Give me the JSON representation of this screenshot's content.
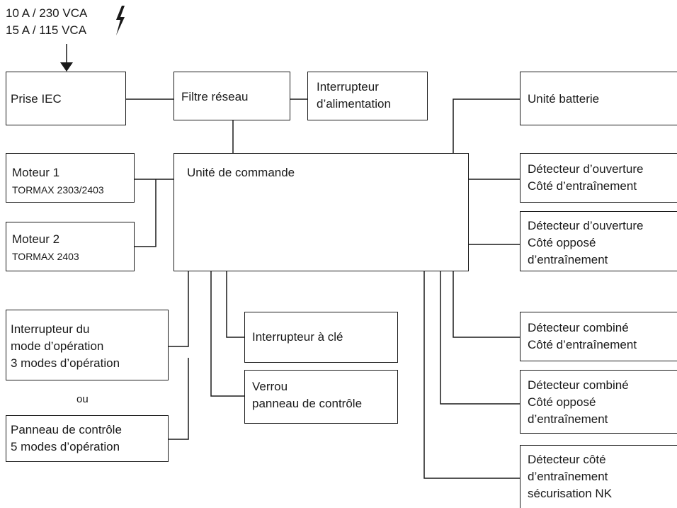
{
  "supply": {
    "line1": "10 A / 230 VCA",
    "line2": "15 A / 115 VCA"
  },
  "boxes": {
    "prise_iec": "Prise IEC",
    "filtre_reseau": "Filtre réseau",
    "interrupteur_alim_1": "Interrupteur",
    "interrupteur_alim_2": "d’alimentation",
    "unite_batterie": "Unité batterie",
    "unite_commande": "Unité de commande",
    "moteur1_title": "Moteur 1",
    "moteur1_model": "TORMAX 2303/2403",
    "moteur2_title": "Moteur 2",
    "moteur2_model": "TORMAX 2403",
    "det_ouv_ent_1": "Détecteur d’ouverture",
    "det_ouv_ent_2": "Côté d’entraînement",
    "det_ouv_opp_1": "Détecteur d’ouverture",
    "det_ouv_opp_2": "Côté opposé",
    "det_ouv_opp_3": "d’entraînement",
    "int_mode_1": "Interrupteur du",
    "int_mode_2": "mode d’opération",
    "int_mode_3": "3 modes d’opération",
    "ou": "ou",
    "panneau_1": "Panneau de contrôle",
    "panneau_2": "5 modes d’opération",
    "int_cle": "Interrupteur à clé",
    "verrou_1": "Verrou",
    "verrou_2": "panneau de contrôle",
    "det_comb_ent_1": "Détecteur combiné",
    "det_comb_ent_2": "Côté d’entraînement",
    "det_comb_opp_1": "Détecteur combiné",
    "det_comb_opp_2": "Côté opposé",
    "det_comb_opp_3": "d’entraînement",
    "det_nk_1": "Détecteur côté",
    "det_nk_2": "d’entraînement",
    "det_nk_3": "sécurisation NK"
  },
  "icons": {
    "supply": "lightning-icon",
    "feed": "arrow-down-icon"
  },
  "colors": {
    "line": "#1a1a1a",
    "background": "#ffffff"
  }
}
